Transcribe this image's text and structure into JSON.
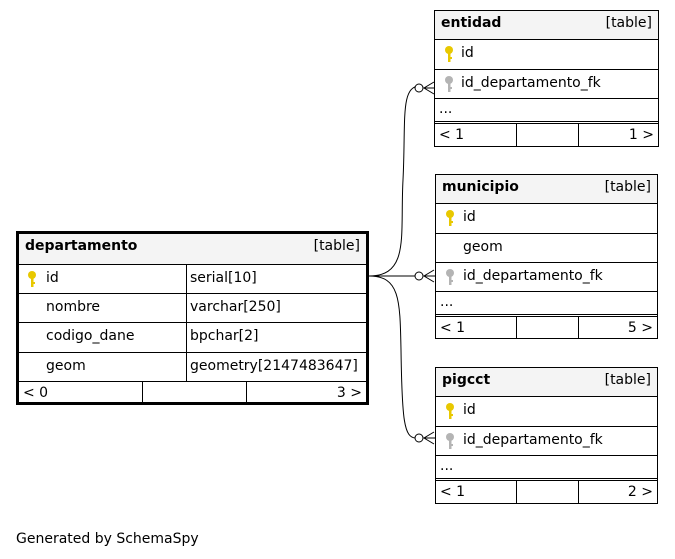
{
  "tables": {
    "departamento": {
      "name": "departamento",
      "kind": "[table]",
      "columns": [
        {
          "name": "id",
          "type": "serial[10]",
          "key": "primary"
        },
        {
          "name": "nombre",
          "type": "varchar[250]",
          "key": "none"
        },
        {
          "name": "codigo_dane",
          "type": "bpchar[2]",
          "key": "none"
        },
        {
          "name": "geom",
          "type": "geometry[2147483647]",
          "key": "none"
        }
      ],
      "footer": {
        "left": "< 0",
        "right": "3 >"
      }
    },
    "entidad": {
      "name": "entidad",
      "kind": "[table]",
      "columns": [
        {
          "name": "id",
          "key": "primary"
        },
        {
          "name": "id_departamento_fk",
          "key": "foreign"
        }
      ],
      "ellipsis": "...",
      "footer": {
        "left": "< 1",
        "right": "1 >"
      }
    },
    "municipio": {
      "name": "municipio",
      "kind": "[table]",
      "columns": [
        {
          "name": "id",
          "key": "primary"
        },
        {
          "name": "geom",
          "key": "none"
        },
        {
          "name": "id_departamento_fk",
          "key": "foreign"
        }
      ],
      "ellipsis": "...",
      "footer": {
        "left": "< 1",
        "right": "5 >"
      }
    },
    "pigcct": {
      "name": "pigcct",
      "kind": "[table]",
      "columns": [
        {
          "name": "id",
          "key": "primary"
        },
        {
          "name": "id_departamento_fk",
          "key": "foreign"
        }
      ],
      "ellipsis": "...",
      "footer": {
        "left": "< 1",
        "right": "2 >"
      }
    }
  },
  "relationships": [
    {
      "from": "entidad.id_departamento_fk",
      "to": "departamento.id"
    },
    {
      "from": "municipio.id_departamento_fk",
      "to": "departamento.id"
    },
    {
      "from": "pigcct.id_departamento_fk",
      "to": "departamento.id"
    }
  ],
  "colors": {
    "primary_key": "#e8c800",
    "foreign_key": "#b4b4b4",
    "header_bg": "#f4f4f4"
  },
  "icons": {
    "primary_key": "key-icon",
    "foreign_key": "foreign-key-icon"
  },
  "generated_by": "Generated by SchemaSpy"
}
